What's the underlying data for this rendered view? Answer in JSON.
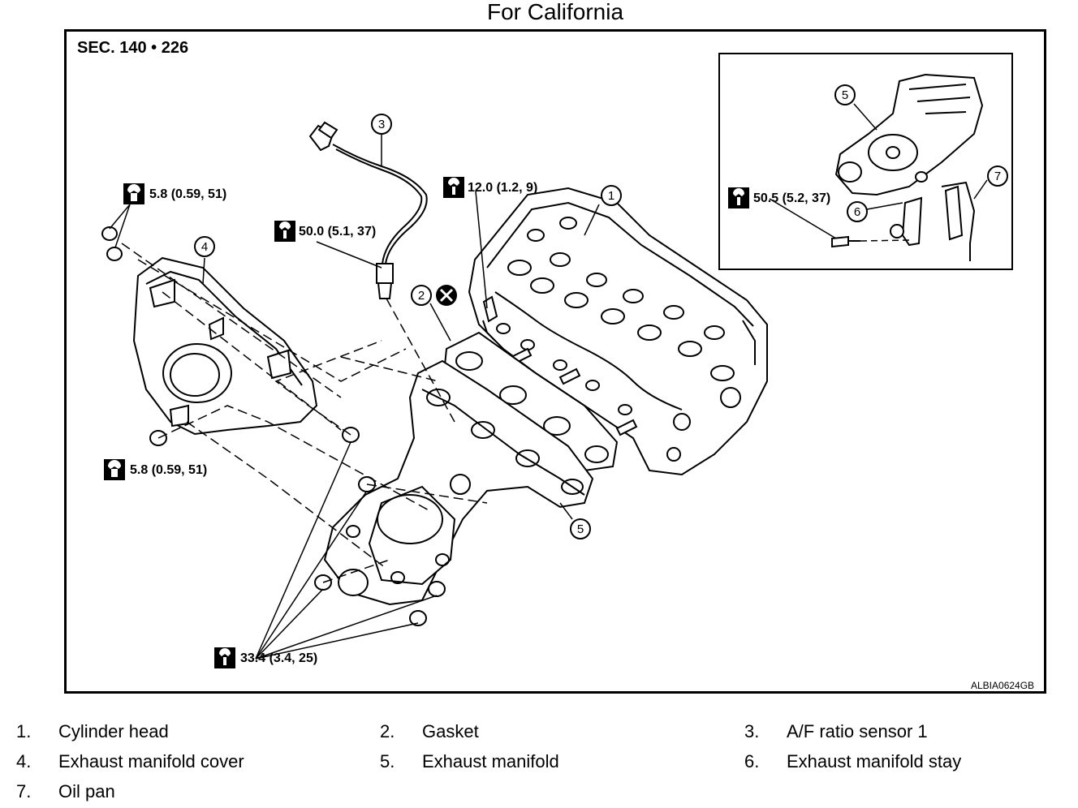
{
  "title": "For California",
  "section_label": "SEC. 140 • 226",
  "figure_id": "ALBIA0624GB",
  "callouts": [
    "1",
    "2",
    "3",
    "4",
    "5",
    "6",
    "7"
  ],
  "torques": [
    {
      "value": "5.8 (0.59, 51)"
    },
    {
      "value": "50.0 (5.1, 37)"
    },
    {
      "value": "12.0 (1.2, 9)"
    },
    {
      "value": "5.8 (0.59, 51)"
    },
    {
      "value": "33.4 (3.4, 25)"
    },
    {
      "value": "50.5 (5.2, 37)"
    }
  ],
  "legend": [
    {
      "num": "1.",
      "label": "Cylinder head"
    },
    {
      "num": "2.",
      "label": "Gasket"
    },
    {
      "num": "3.",
      "label": "A/F ratio sensor 1"
    },
    {
      "num": "4.",
      "label": "Exhaust manifold cover"
    },
    {
      "num": "5.",
      "label": "Exhaust manifold"
    },
    {
      "num": "6.",
      "label": "Exhaust manifold stay"
    },
    {
      "num": "7.",
      "label": "Oil pan"
    }
  ]
}
